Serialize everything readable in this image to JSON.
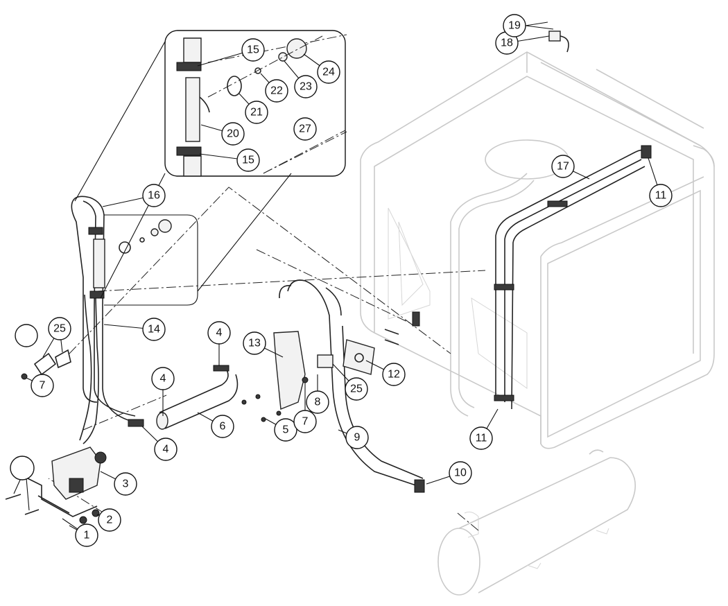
{
  "diagram": {
    "callouts": [
      {
        "id": "c1",
        "label": "1"
      },
      {
        "id": "c2",
        "label": "2"
      },
      {
        "id": "c3",
        "label": "3"
      },
      {
        "id": "c4a",
        "label": "4"
      },
      {
        "id": "c4b",
        "label": "4"
      },
      {
        "id": "c4c",
        "label": "4"
      },
      {
        "id": "c5",
        "label": "5"
      },
      {
        "id": "c6",
        "label": "6"
      },
      {
        "id": "c7a",
        "label": "7"
      },
      {
        "id": "c7b",
        "label": "7"
      },
      {
        "id": "c8",
        "label": "8"
      },
      {
        "id": "c9",
        "label": "9"
      },
      {
        "id": "c10",
        "label": "10"
      },
      {
        "id": "c11a",
        "label": "11"
      },
      {
        "id": "c11b",
        "label": "11"
      },
      {
        "id": "c12",
        "label": "12"
      },
      {
        "id": "c13",
        "label": "13"
      },
      {
        "id": "c14",
        "label": "14"
      },
      {
        "id": "c15a",
        "label": "15"
      },
      {
        "id": "c15b",
        "label": "15"
      },
      {
        "id": "c16",
        "label": "16"
      },
      {
        "id": "c17",
        "label": "17"
      },
      {
        "id": "c18",
        "label": "18"
      },
      {
        "id": "c19",
        "label": "19"
      },
      {
        "id": "c20",
        "label": "20"
      },
      {
        "id": "c21",
        "label": "21"
      },
      {
        "id": "c22",
        "label": "22"
      },
      {
        "id": "c23",
        "label": "23"
      },
      {
        "id": "c24",
        "label": "24"
      },
      {
        "id": "c25a",
        "label": "25"
      },
      {
        "id": "c25b",
        "label": "25"
      },
      {
        "id": "c27",
        "label": "27"
      },
      {
        "id": "cblank1",
        "label": ""
      },
      {
        "id": "cblank2",
        "label": ""
      }
    ]
  }
}
